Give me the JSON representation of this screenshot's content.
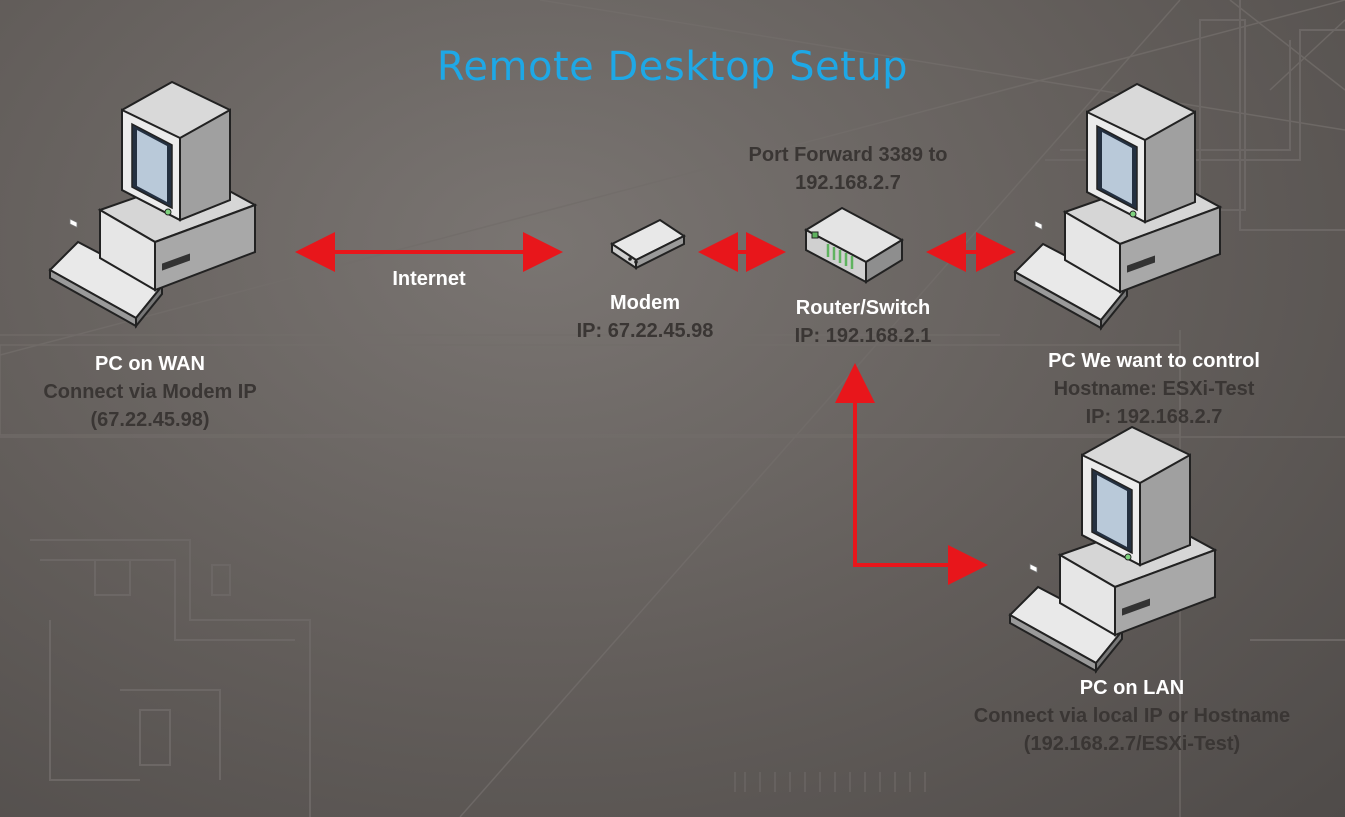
{
  "title": "Remote Desktop Setup",
  "nodes": {
    "pc_wan": {
      "name": "PC on WAN",
      "line1": "Connect via Modem IP",
      "line2": "(67.22.45.98)"
    },
    "modem": {
      "name": "Modem",
      "ip": "IP: 67.22.45.98"
    },
    "router": {
      "note_line1": "Port Forward 3389 to",
      "note_line2": "192.168.2.7",
      "name": "Router/Switch",
      "ip": "IP: 192.168.2.1"
    },
    "pc_target": {
      "name": "PC We want to control",
      "hostname": "Hostname: ESXi-Test",
      "ip": "IP: 192.168.2.7"
    },
    "pc_lan": {
      "name": "PC on LAN",
      "line1": "Connect via local IP or Hostname",
      "line2": "(192.168.2.7/ESXi-Test)"
    }
  },
  "links": {
    "internet": "Internet"
  },
  "colors": {
    "title": "#1ea8e6",
    "arrow": "#e8161b",
    "muted_text": "#3a3634",
    "label_text": "#ffffff"
  }
}
